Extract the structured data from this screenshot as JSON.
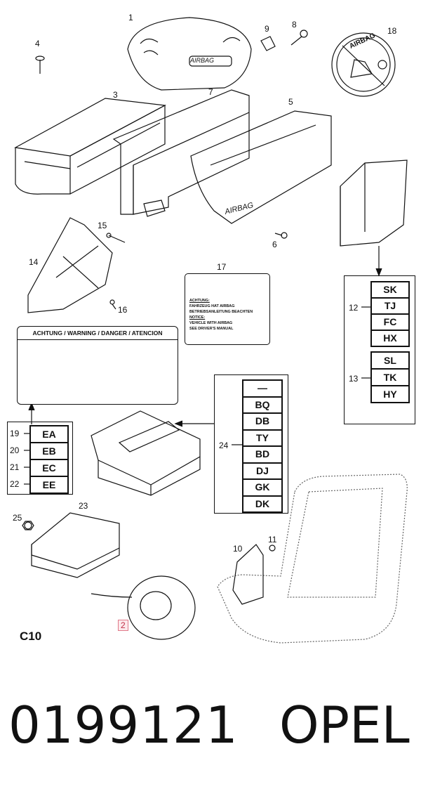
{
  "callouts": {
    "c1": "1",
    "c2": "2",
    "c3": "3",
    "c4": "4",
    "c5": "5",
    "c6": "6",
    "c7": "7",
    "c8": "8",
    "c9": "9",
    "c10": "10",
    "c11": "11",
    "c12": "12",
    "c13": "13",
    "c14": "14",
    "c15": "15",
    "c16": "16",
    "c17": "17",
    "c18": "18",
    "c19": "19",
    "c20": "20",
    "c21": "21",
    "c22": "22",
    "c23": "23",
    "c24": "24",
    "c25": "25"
  },
  "group12_codes": [
    "SK",
    "TJ",
    "FC",
    "HX"
  ],
  "group13_codes": [
    "SL",
    "TK",
    "HY"
  ],
  "group24_codes": [
    "—",
    "BQ",
    "DB",
    "TY",
    "BD",
    "DJ",
    "GK",
    "DK"
  ],
  "left_codes": [
    {
      "num": "19",
      "code": "EA"
    },
    {
      "num": "20",
      "code": "EB"
    },
    {
      "num": "21",
      "code": "EC"
    },
    {
      "num": "22",
      "code": "EE"
    }
  ],
  "module_text": {
    "airbag_cover": "AIRBAG",
    "airbag_panel": "AIRBAG",
    "seal_text": "AIRBAG"
  },
  "warning_label": {
    "title": "ACHTUNG / WARNING / DANGER / ATENCION"
  },
  "sticker": {
    "line1": "ACHTUNG:",
    "line2": "FAHRZEUG HAT AIRBAG",
    "line3": "BETRIEBSANLEITUNG BEACHTEN",
    "line4": "NOTICE:",
    "line5": "VEHICLE WITH AIRBAG",
    "line6": "SEE DRIVER'S MANUAL"
  },
  "page_code": "C10",
  "footer": {
    "part_number": "0199121",
    "brand": "OPEL"
  }
}
